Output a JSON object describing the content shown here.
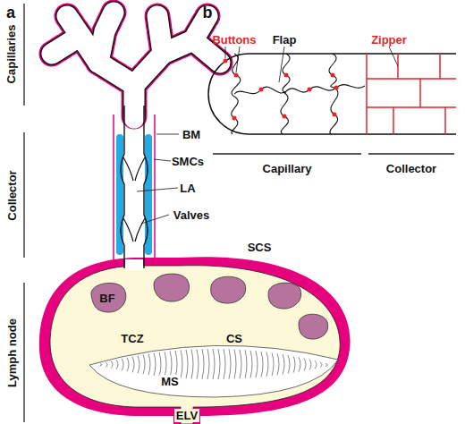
{
  "diagram": {
    "labels": [
      "a",
      "Capillaries",
      "Collector",
      "Lymph node",
      "BM",
      "SMCs",
      "LA",
      "Valves",
      "SCS",
      "BF",
      "TCZ",
      "CS",
      "MS",
      "ELV",
      "b",
      "Buttons",
      "Flap",
      "Zipper",
      "Capillary",
      "Collector"
    ]
  }
}
